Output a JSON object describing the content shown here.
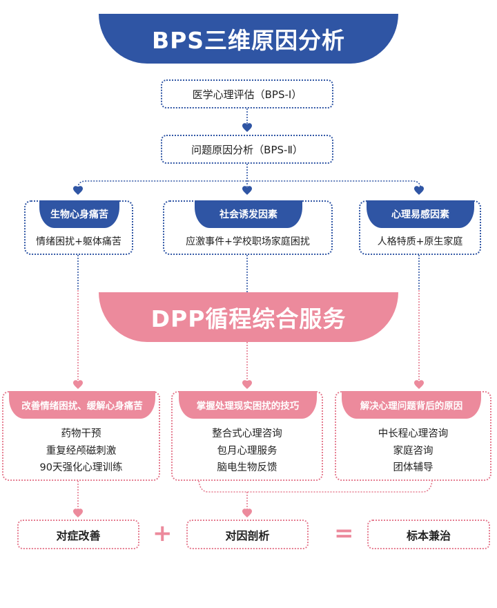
{
  "bps": {
    "title": "BPS三维原因分析",
    "step1": "医学心理评估（BPS-Ⅰ）",
    "step2": "问题原因分析（BPS-Ⅱ）",
    "factors": [
      {
        "header": "生物心身痛苦",
        "body": "情绪困扰+躯体痛苦"
      },
      {
        "header": "社会诱发因素",
        "body": "应激事件+学校职场家庭困扰"
      },
      {
        "header": "心理易感因素",
        "body": "人格特质+原生家庭"
      }
    ]
  },
  "dpp": {
    "title": "DPP循程综合服务",
    "services": [
      {
        "header": "改善情绪困扰、缓解心身痛苦",
        "items": [
          "药物干预",
          "重复经颅磁刺激",
          "90天强化心理训练"
        ]
      },
      {
        "header": "掌握处理现实困扰的技巧",
        "items": [
          "整合式心理咨询",
          "包月心理服务",
          "脑电生物反馈"
        ]
      },
      {
        "header": "解决心理问题背后的原因",
        "items": [
          "中长程心理咨询",
          "家庭咨询",
          "团体辅导"
        ]
      }
    ]
  },
  "result": {
    "left": "对症改善",
    "plus": "+",
    "middle": "对因剖析",
    "equals": "=",
    "right": "标本兼治"
  },
  "colors": {
    "blue": "#2f55a4",
    "pink": "#ec8a9c"
  }
}
